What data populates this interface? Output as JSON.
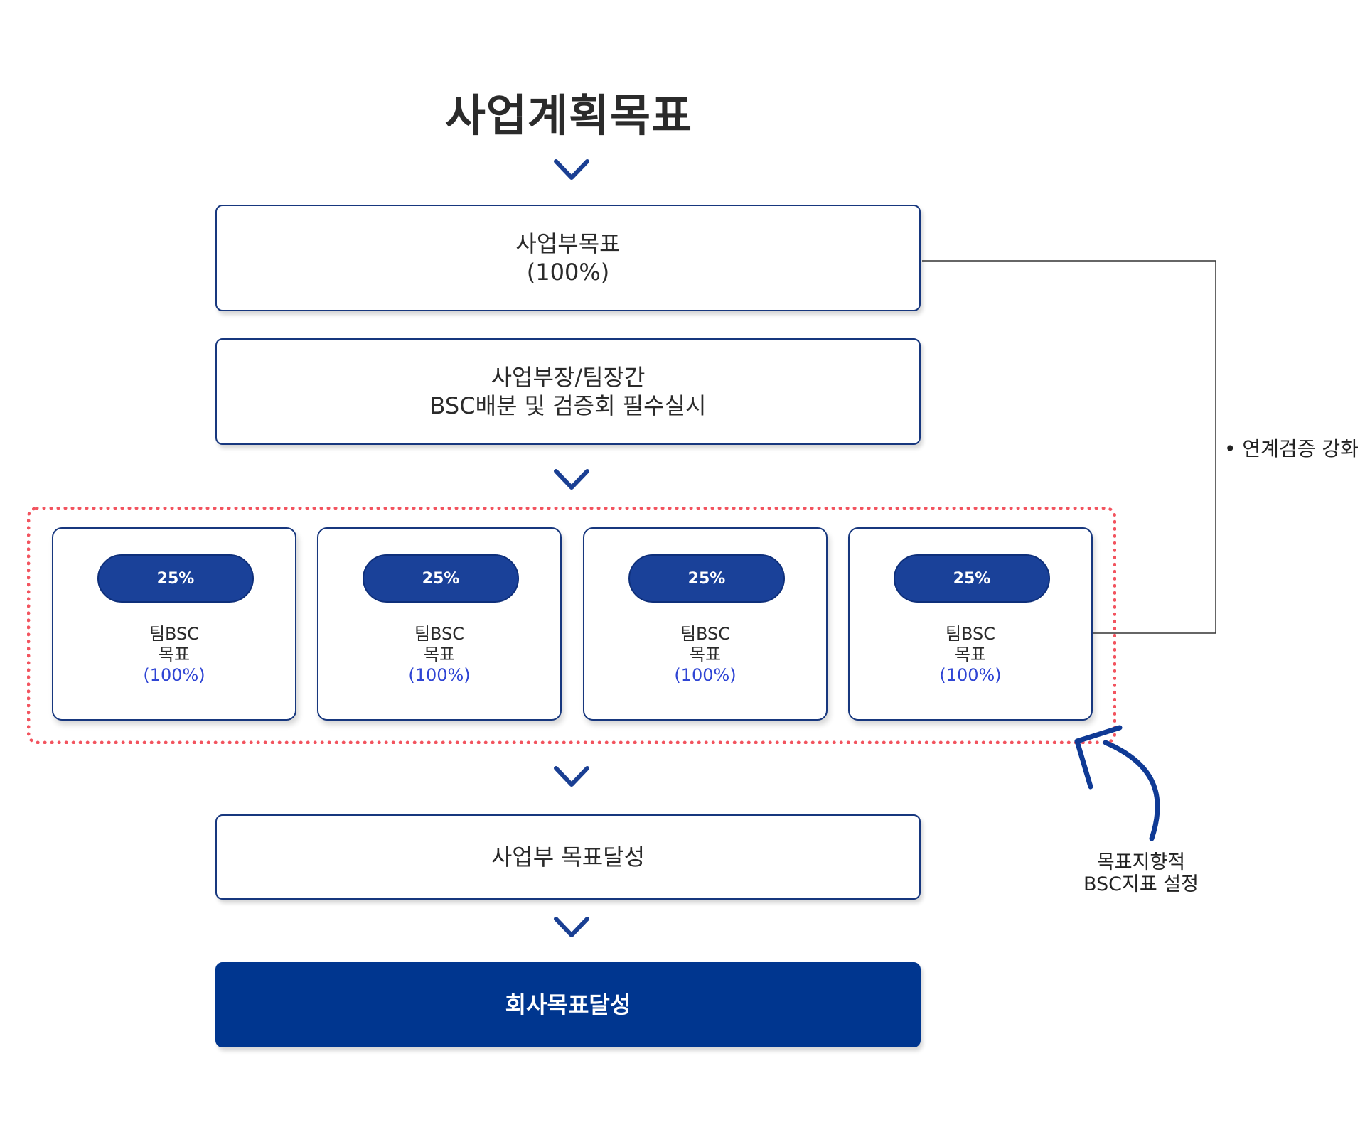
{
  "title": "사업계획목표",
  "boxes": {
    "division_goal": {
      "line1": "사업부목표",
      "line2": "(100%)"
    },
    "bsc_allocation": {
      "line1": "사업부장/팀장간",
      "line2": "BSC배분 및 검증회 필수실시"
    },
    "division_achievement": {
      "label": "사업부 목표달성"
    },
    "company_achievement": {
      "label": "회사목표달성"
    }
  },
  "teams": [
    {
      "badge": "25%",
      "line1": "팀BSC",
      "line2": "목표",
      "pct": "(100%)"
    },
    {
      "badge": "25%",
      "line1": "팀BSC",
      "line2": "목표",
      "pct": "(100%)"
    },
    {
      "badge": "25%",
      "line1": "팀BSC",
      "line2": "목표",
      "pct": "(100%)"
    },
    {
      "badge": "25%",
      "line1": "팀BSC",
      "line2": "목표",
      "pct": "(100%)"
    }
  ],
  "link": {
    "label": "• 연계검증 강화"
  },
  "annotation": {
    "line1": "목표지향적",
    "line2": "BSC지표 설정"
  },
  "colors": {
    "navy": "#00368f",
    "border": "#17377e",
    "pill": "#1a4199",
    "dotted": "#f2545f",
    "percent_text": "#2f45d4"
  }
}
